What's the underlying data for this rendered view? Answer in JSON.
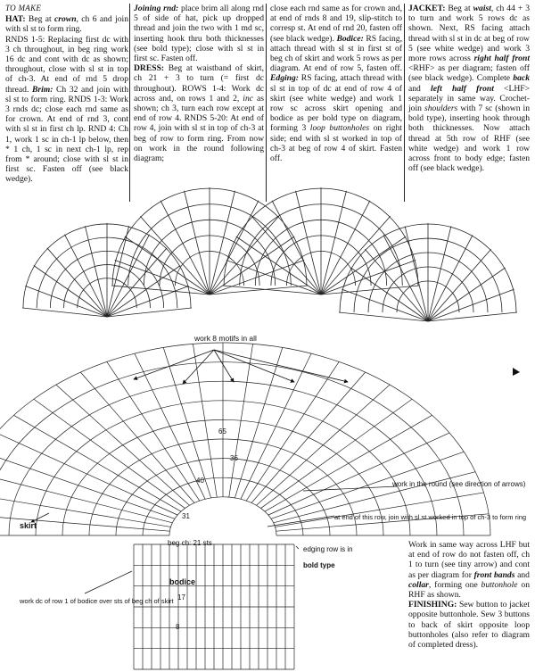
{
  "header": {
    "to_make": "TO MAKE"
  },
  "col1": {
    "hat_label": "HAT:",
    "hat_text_a": "Beg at ",
    "hat_crown": "crown",
    "hat_text_b": ", ch 6 and join with sl st to form ring.",
    "rnds_1_5_label": "RNDS 1-5:",
    "rnds_1_5_text": "Replacing first dc with 3 ch throughout, in beg ring work 16 dc and cont with dc as shown; throughout, close with sl st in top of ch-3. At end of rnd 5 drop thread.",
    "brim_label": "Brim:",
    "brim_text": "Ch 32 and join with sl st to form ring.",
    "rnds_1_3_label": "RNDS 1-3:",
    "rnds_1_3_text": "Work 3 rnds dc; close each rnd same as for crown. At end of rnd 3, cont with sl st in first ch lp. RND 4: Ch 1, work 1 sc in ch-1 lp below, then * 1 ch, 1 sc in next ch-1 lp, rep from * around; close with sl st in first sc. Fasten off (see black wedge)."
  },
  "col2": {
    "joining_label": "Joining rnd:",
    "joining_text": "place brim all along rnd 5 of side of hat, pick up dropped thread and join the two with 1 md sc, inserting hook thru both thicknesses (see bold type); close with sl st in first sc. Fasten off.",
    "dress_label": "DRESS:",
    "dress_text_a": "Beg at waistband of skirt, ch 21 + 3 to turn (= first dc throughout). ROWS 1-4: Work dc across and, on rows 1 and 2, ",
    "dress_inc": "inc",
    "dress_text_b": " as shown; ch 3, turn each row except at end of row 4. RNDS 5-20: At end of row 4, join with sl st in top of ch-3 at beg of row to form ring. From now on work in the round following diagram;"
  },
  "col3": {
    "close_text": "close each rnd same as for crown and, at end of rnds 8 and 19, slip-stitch to corresp st. At end of rnd 20, fasten off (see black wedge).",
    "bodice_label": "Bodice:",
    "bodice_text": "RS facing, attach thread with sl st in first st of beg ch of skirt and work 5 rows as per diagram. At end of row 5, fasten off.",
    "edging_label": "Edging:",
    "edging_text_a": "RS facing, attach thread with sl st in top of dc at end of row 4 of skirt (see white wedge) and work 1 row sc across skirt opening and bodice as per bold type on diagram, forming 3 ",
    "edging_loop": "loop buttonholes",
    "edging_text_b": " on right side; end with sl st worked in top of ch-3 at beg of row 4 of skirt. Fasten off."
  },
  "col4": {
    "jacket_label": "JACKET:",
    "jacket_text_a": "Beg at ",
    "jacket_waist": "waist",
    "jacket_text_b": ", ch 44 + 3 to turn and work 5 rows dc as shown. Next, RS facing attach thread with sl st in dc at beg of row 5 (see white wedge) and work 3 more rows across ",
    "jacket_rhf": "right half front",
    "jacket_text_c": " <RHF> as per diagram; fasten off (see black wedge). Complete ",
    "jacket_back": "back",
    "jacket_and": " and ",
    "jacket_lhf": "left half front",
    "jacket_text_d": " <LHF> separately in same way. Crochet-join ",
    "jacket_shoulders": "shoulders",
    "jacket_text_e": " with 7 sc (shown in bold type), inserting hook through both thicknesses. Now attach thread at 5th row of RHF (see white wedge) and work 1 row across front to body edge; fasten off (see black wedge)."
  },
  "finishing": {
    "text_a": "Work in same way across LHF but at end of row do not fasten off, ch 1 to turn (see tiny arrow) and cont as per diagram for ",
    "front_bands": "front bands",
    "and": " and ",
    "collar": "collar",
    "text_b": ", forming one ",
    "buttonhole": "buttonhole",
    "text_c": " on RHF as shown.",
    "finishing_label": "FINISHING:",
    "finishing_text": "Sew button to jacket opposite buttonhole. Sew 3 buttons to back of skirt opposite loop buttonholes (also refer to diagram of completed dress)."
  },
  "diagram": {
    "work_motifs": "work 8 motifs in all",
    "work_round": "work in the round (see direction of arrows)",
    "skirt": "skirt",
    "bodice": "bodice",
    "beg_ch": "beg ch:  21 sts",
    "end_of_row": "at end of this row, join with sl st worked in top of ch-3 to form ring",
    "edging_row": "edging row is in",
    "bold_type": "bold type",
    "work_dc": "work dc of row 1 of bodice over sts of beg ch of skirt",
    "n65": "65",
    "n40": "40",
    "n31": "31",
    "n17": "17",
    "n36": "36",
    "n8": "8"
  }
}
